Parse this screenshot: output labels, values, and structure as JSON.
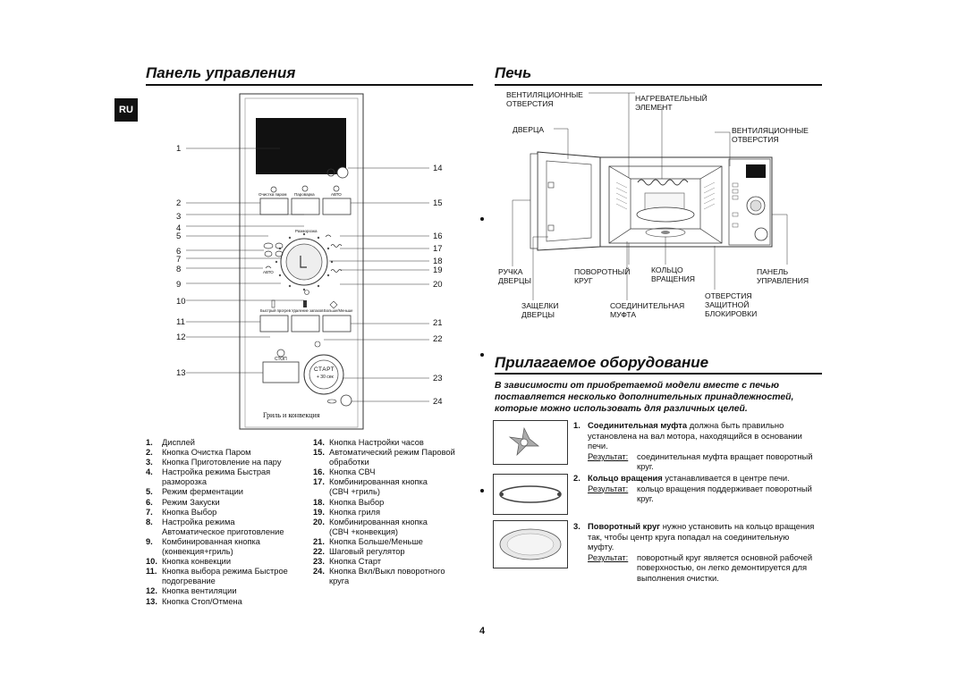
{
  "lang_badge": "RU",
  "left_title": "Панель управления",
  "right_title": "Печь",
  "accessories_title": "Прилагаемое оборудование",
  "panel": {
    "button_labels_top": [
      "Очистка паром",
      "Пароварка",
      "АВТО"
    ],
    "defrost_label": "Разморозка",
    "auto_label": "АВТО",
    "button_labels_mid": [
      "Быстрый прогрев",
      "Удаление запахов",
      "Больше/Меньше"
    ],
    "stop_label": "СТОП",
    "start_label": "СТАРТ",
    "start_sub": "+ 30 сек",
    "footer_label": "Гриль и конвекция",
    "callouts_left": [
      "1",
      "2",
      "3",
      "4",
      "5",
      "6",
      "7",
      "8",
      "9",
      "10",
      "11",
      "12",
      "13"
    ],
    "callouts_right": [
      "14",
      "15",
      "16",
      "17",
      "18",
      "19",
      "20",
      "21",
      "22",
      "23",
      "24"
    ]
  },
  "legend_left": [
    {
      "n": "1.",
      "t": "Дисплей"
    },
    {
      "n": "2.",
      "t": "Кнопка Очистка Паром"
    },
    {
      "n": "3.",
      "t": "Кнопка Приготовление на пару"
    },
    {
      "n": "4.",
      "t": "Настройка режима Быстрая"
    },
    {
      "n": "",
      "t": "разморозка"
    },
    {
      "n": "5.",
      "t": "Режим ферментации"
    },
    {
      "n": "6.",
      "t": "Режим Закуски"
    },
    {
      "n": "7.",
      "t": "Кнопка Выбор"
    },
    {
      "n": "8.",
      "t": "Настройка режима"
    },
    {
      "n": "",
      "t": "Автоматическое приготовление"
    },
    {
      "n": "9.",
      "t": "Комбинированная кнопка"
    },
    {
      "n": "",
      "t": "(конвекция+гриль)"
    },
    {
      "n": "10.",
      "t": "Кнопка конвекции"
    },
    {
      "n": "11.",
      "t": "Кнопка выбора режима Быстрое"
    },
    {
      "n": "",
      "t": "подогревание"
    },
    {
      "n": "12.",
      "t": "Кнопка вентиляции"
    },
    {
      "n": "13.",
      "t": "Кнопка Стоп/Отмена"
    }
  ],
  "legend_right": [
    {
      "n": "14.",
      "t": "Кнопка Настройки часов"
    },
    {
      "n": "15.",
      "t": "Автоматический режим Паровой"
    },
    {
      "n": "",
      "t": "обработки"
    },
    {
      "n": "16.",
      "t": "Кнопка СВЧ"
    },
    {
      "n": "17.",
      "t": "Комбинированная кнопка"
    },
    {
      "n": "",
      "t": "(СВЧ +гриль)"
    },
    {
      "n": "18.",
      "t": "Кнопка Выбор"
    },
    {
      "n": "19.",
      "t": "Кнопка гриля"
    },
    {
      "n": "20.",
      "t": "Комбинированная кнопка"
    },
    {
      "n": "",
      "t": "(СВЧ +конвекция)"
    },
    {
      "n": "21.",
      "t": "Кнопка Больше/Меньше"
    },
    {
      "n": "22.",
      "t": "Шаговый регулятор"
    },
    {
      "n": "23.",
      "t": "Кнопка Старт"
    },
    {
      "n": "24.",
      "t": "Кнопка Вкл/Выкл поворотного"
    },
    {
      "n": "",
      "t": "круга"
    }
  ],
  "oven_labels": {
    "vents_top_1": "ВЕНТИЛЯЦИОННЫЕ",
    "vents_top_2": "ОТВЕРСТИЯ",
    "heater_1": "НАГРЕВАТЕЛЬНЫЙ",
    "heater_2": "ЭЛЕМЕНТ",
    "door": "ДВЕРЦА",
    "vents_right_1": "ВЕНТИЛЯЦИОННЫЕ",
    "vents_right_2": "ОТВЕРСТИЯ",
    "handle_1": "РУЧКА",
    "handle_2": "ДВЕРЦЫ",
    "turntable_1": "ПОВОРОТНЫЙ",
    "turntable_2": "КРУГ",
    "ring_1": "КОЛЬЦО",
    "ring_2": "ВРАЩЕНИЯ",
    "panel_1": "ПАНЕЛЬ",
    "panel_2": "УПРАВЛЕНИЯ",
    "latches_1": "ЗАЩЕЛКИ",
    "latches_2": "ДВЕРЦЫ",
    "coupler_1": "СОЕДИНИТЕЛЬНАЯ",
    "coupler_2": "МУФТА",
    "lock_1": "ОТВЕРСТИЯ",
    "lock_2": "ЗАЩИТНОЙ",
    "lock_3": "БЛОКИРОВКИ"
  },
  "accessories": {
    "intro": "В зависимости от приобретаемой модели вместе с печью поставляется несколько дополнительных принадлежностей, которые можно использовать для различных целей.",
    "items": [
      {
        "num": "1.",
        "bold": "Соединительная муфта",
        "text": " должна быть правильно установлена на вал мотора, находящийся в основании печи.",
        "result_label": "Результат:",
        "result": "соединительная муфта вращает поворотный круг."
      },
      {
        "num": "2.",
        "bold": "Кольцо вращения",
        "text": " устанавливается в центре печи.",
        "result_label": "Результат:",
        "result": "кольцо вращения поддерживает поворотный круг."
      },
      {
        "num": "3.",
        "bold": "Поворотный круг",
        "text": " нужно установить на кольцо вращения так, чтобы центр круга попадал на соединительную муфту.",
        "result_label": "Результат:",
        "result": "поворотный круг является основной рабочей поверхностью, он легко демонтируется для выполнения очистки."
      }
    ]
  },
  "page_number": "4"
}
